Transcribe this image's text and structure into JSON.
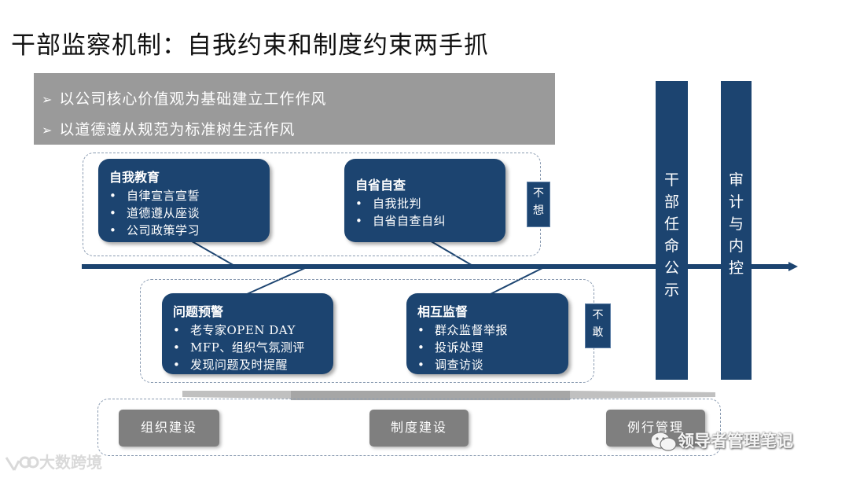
{
  "title": "干部监察机制：自我约束和制度约束两手抓",
  "principles": [
    "以公司核心价值观为基础建立工作作风",
    "以道德遵从规范为标准树生活作风"
  ],
  "upper_cards": [
    {
      "title": "自我教育",
      "items": [
        "自律宣言宣誓",
        "道德遵从座谈",
        "公司政策学习"
      ]
    },
    {
      "title": "自省自查",
      "items": [
        "自我批判",
        "自省自查自纠"
      ]
    }
  ],
  "lower_cards": [
    {
      "title": "问题预警",
      "items": [
        "老专家OPEN DAY",
        "MFP、组织气氛测评",
        "发现问题及时提醒"
      ]
    },
    {
      "title": "相互监督",
      "items": [
        "群众监督举报",
        "投诉处理",
        "调查访谈"
      ]
    }
  ],
  "tags": {
    "upper": "不想",
    "lower": "不敢"
  },
  "pillars": [
    "干部任命公示",
    "审计与内控"
  ],
  "foundation": [
    "组织建设",
    "制度建设",
    "例行管理"
  ],
  "watermarks": {
    "left": "大数跨境",
    "right": "领导者管理笔记"
  },
  "colors": {
    "navy": "#1c4470",
    "gray": "#9a9a9a",
    "foundation": "#7f7f7f"
  }
}
